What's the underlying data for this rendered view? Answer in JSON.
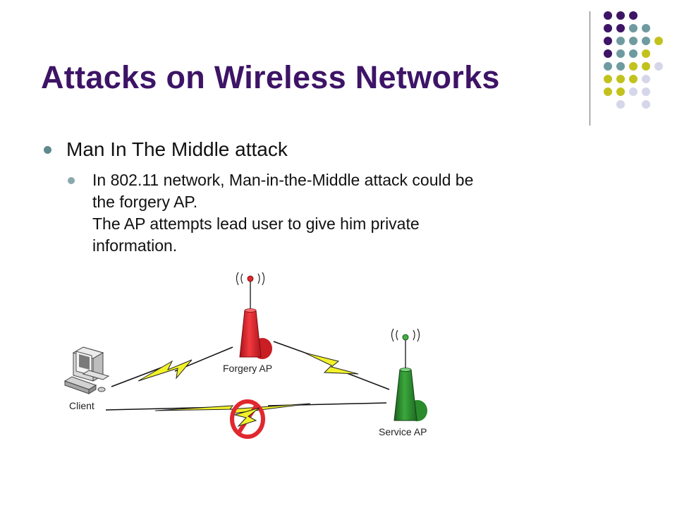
{
  "slide": {
    "title": "Attacks on Wireless Networks",
    "bullet": "Man In The Middle attack",
    "sub_lines": [
      "In 802.11 network, Man-in-the-Middle attack could be",
      "the forgery AP.",
      "The AP attempts lead user to give him private",
      "information."
    ]
  },
  "diagram": {
    "client_label": "Client",
    "forgery_label": "Forgery AP",
    "service_label": "Service AP"
  },
  "colors": {
    "title": "#3d1466",
    "purple": "#3d1466",
    "teal": "#6f9ba0",
    "olive": "#c2c21e",
    "lavender": "#d6d6ea",
    "forgery_ap": "#e0282e",
    "service_ap": "#2d8a2e",
    "link": "#f2f22a"
  }
}
